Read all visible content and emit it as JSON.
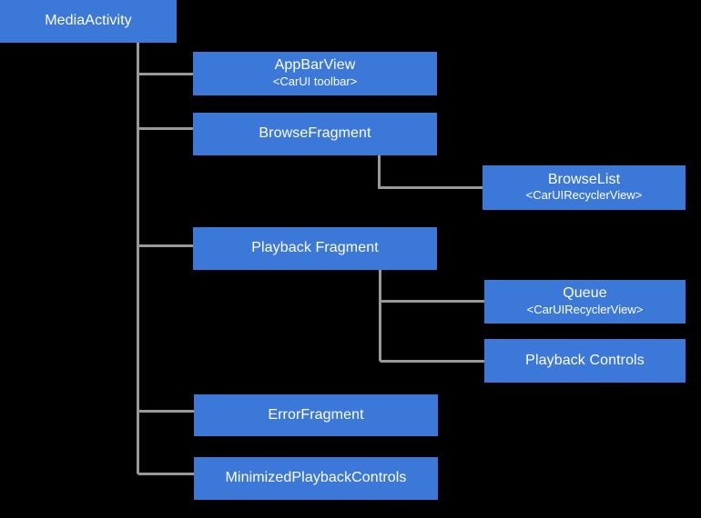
{
  "diagram": {
    "type": "hierarchy-tree",
    "orientation": "left-to-right",
    "background_color": "#000000",
    "node_color": "#3c78d8",
    "node_text_color": "#ffffff",
    "connector_color": "#999999",
    "root": "MediaActivity"
  },
  "nodes": {
    "media_activity": {
      "title": "MediaActivity",
      "subtitle": ""
    },
    "app_bar_view": {
      "title": "AppBarView",
      "subtitle": "<CarUI toolbar>"
    },
    "browse_fragment": {
      "title": "BrowseFragment",
      "subtitle": ""
    },
    "browse_list": {
      "title": "BrowseList",
      "subtitle": "<CarUIRecyclerView>"
    },
    "playback_fragment": {
      "title": "Playback Fragment",
      "subtitle": ""
    },
    "queue": {
      "title": "Queue",
      "subtitle": "<CarUIRecyclerView>"
    },
    "playback_controls": {
      "title": "Playback Controls",
      "subtitle": ""
    },
    "error_fragment": {
      "title": "ErrorFragment",
      "subtitle": ""
    },
    "minimized_playback_controls": {
      "title": "MinimizedPlaybackControls",
      "subtitle": ""
    }
  },
  "edges": [
    {
      "from": "media_activity",
      "to": "app_bar_view"
    },
    {
      "from": "media_activity",
      "to": "browse_fragment"
    },
    {
      "from": "media_activity",
      "to": "playback_fragment"
    },
    {
      "from": "media_activity",
      "to": "error_fragment"
    },
    {
      "from": "media_activity",
      "to": "minimized_playback_controls"
    },
    {
      "from": "browse_fragment",
      "to": "browse_list"
    },
    {
      "from": "playback_fragment",
      "to": "queue"
    },
    {
      "from": "playback_fragment",
      "to": "playback_controls"
    }
  ]
}
